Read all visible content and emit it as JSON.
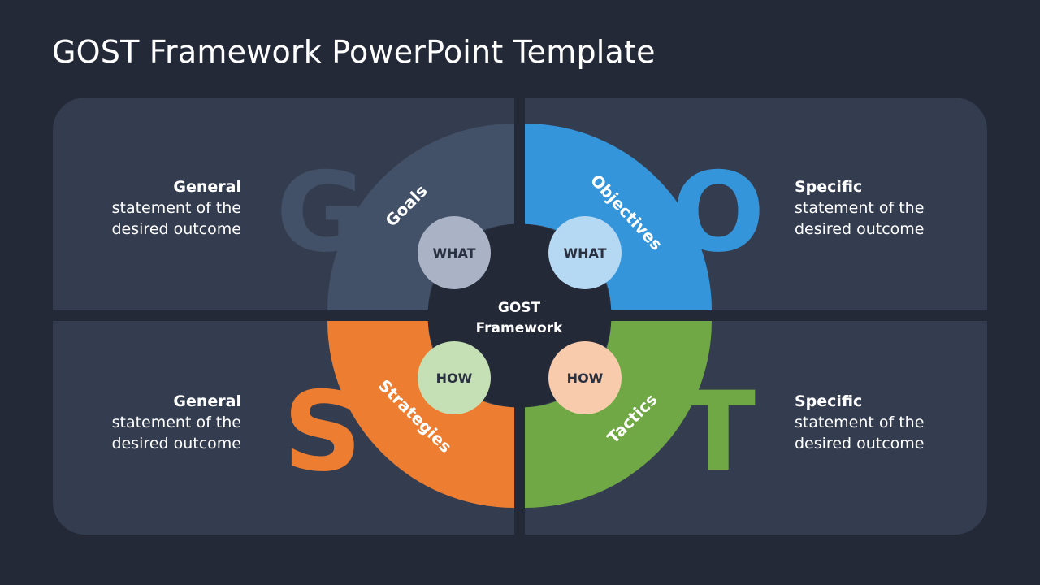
{
  "title": "GOST Framework PowerPoint Template",
  "center": {
    "line1": "GOST",
    "line2": "Framework"
  },
  "quadrants": [
    {
      "key": "goals",
      "letter": "G",
      "segment_label": "Goals",
      "bubble": "WHAT",
      "segment_color": "#435168",
      "letter_color": "#435168",
      "bubble_color": "#a9b3c5",
      "desc_bold": "General",
      "desc_lines": [
        "statement of the",
        "desired outcome"
      ]
    },
    {
      "key": "objectives",
      "letter": "O",
      "segment_label": "Objectives",
      "bubble": "WHAT",
      "segment_color": "#3495db",
      "letter_color": "#3495db",
      "bubble_color": "#b5d8f3",
      "desc_bold": "Specific",
      "desc_lines": [
        "statement of the",
        "desired outcome"
      ]
    },
    {
      "key": "strategies",
      "letter": "S",
      "segment_label": "Strategies",
      "bubble": "HOW",
      "segment_color": "#ed7d31",
      "letter_color": "#ed7d31",
      "bubble_color": "#c5e0b4",
      "desc_bold": "General",
      "desc_lines": [
        "statement of the",
        "desired outcome"
      ]
    },
    {
      "key": "tactics",
      "letter": "T",
      "segment_label": "Tactics",
      "bubble": "HOW",
      "segment_color": "#6fa844",
      "letter_color": "#6fa844",
      "bubble_color": "#f8cbad",
      "desc_bold": "Specific",
      "desc_lines": [
        "statement of the",
        "desired outcome"
      ]
    }
  ]
}
